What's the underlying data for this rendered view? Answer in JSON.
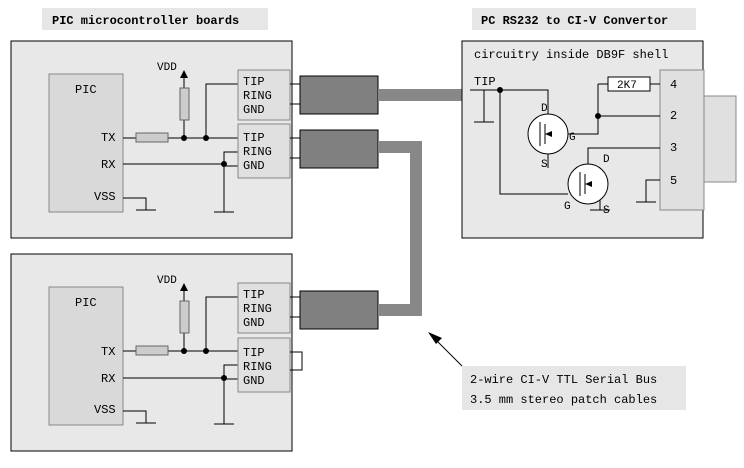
{
  "headers": {
    "left": "PIC microcontroller boards",
    "right": "PC RS232 to CI-V Convertor"
  },
  "convertor": {
    "title": "circuitry inside DB9F shell",
    "tip": "TIP",
    "resistor": "2K7",
    "pins": [
      "4",
      "2",
      "3",
      "5"
    ],
    "fet_labels": {
      "d": "D",
      "g": "G",
      "s": "S"
    }
  },
  "board": {
    "chip": "PIC",
    "vdd": "VDD",
    "tx": "TX",
    "rx": "RX",
    "vss": "VSS",
    "jack": [
      "TIP",
      "RING",
      "GND"
    ]
  },
  "callout": {
    "line1": "2-wire CI-V TTL Serial Bus",
    "line2": "3.5 mm stereo patch cables"
  },
  "colors": {
    "panel": "#e8e8e8",
    "chip": "#d9d9d9",
    "cable": "#888888",
    "header_bg": "#e6e6e6"
  }
}
